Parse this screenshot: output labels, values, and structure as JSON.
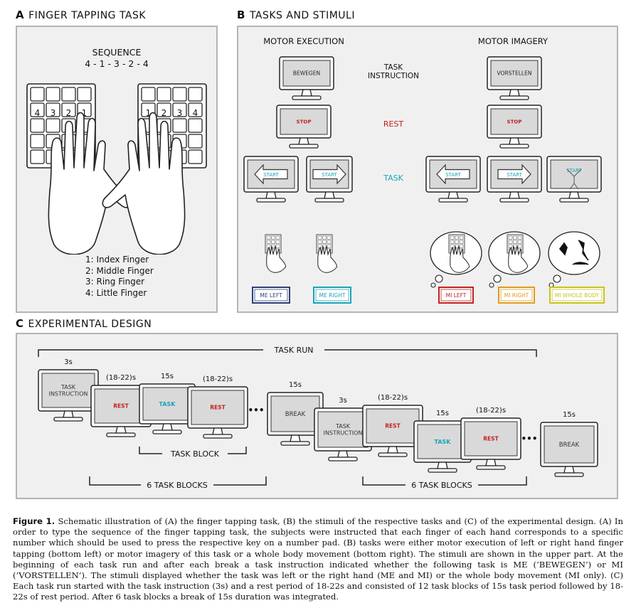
{
  "panelA": {
    "letter": "A",
    "title": "FINGER TAPPING TASK",
    "sequence_label": "SEQUENCE",
    "sequence": "4 - 1 - 3 - 2 - 4",
    "left_keys": [
      "4",
      "3",
      "2",
      "1"
    ],
    "right_keys": [
      "1",
      "2",
      "3",
      "4"
    ],
    "legend": [
      "1: Index Finger",
      "2: Middle Finger",
      "3: Ring Finger",
      "4: Little Finger"
    ]
  },
  "panelB": {
    "letter": "B",
    "title": "TASKS AND STIMULI",
    "motor_execution": "MOTOR EXECUTION",
    "motor_imagery": "MOTOR IMAGERY",
    "task_instruction": "TASK\nINSTRUCTION",
    "rest": "REST",
    "task": "TASK",
    "bewegen": "BEWEGEN",
    "vorstellen": "VORSTELLEN",
    "stop": "STOP",
    "start": "START",
    "badges": [
      {
        "label": "ME LEFT",
        "color": "#2b3f7a"
      },
      {
        "label": "ME RIGHT",
        "color": "#1aa3b8"
      },
      {
        "label": "MI LEFT",
        "color": "#c22020"
      },
      {
        "label": "MI RIGHT",
        "color": "#e29a1c"
      },
      {
        "label": "MI WHOLE BODY",
        "color": "#c9c21e"
      }
    ]
  },
  "panelC": {
    "letter": "C",
    "title": "EXPERIMENTAL DESIGN",
    "task_run": "TASK RUN",
    "task_block": "TASK BLOCK",
    "six_task_blocks": "6 TASK BLOCKS",
    "dots": "•••",
    "monitors": [
      {
        "duration": "3s",
        "label": "TASK\nINSTRUCTION",
        "kind": "instr"
      },
      {
        "duration": "(18-22)s",
        "label": "REST",
        "kind": "rest"
      },
      {
        "duration": "15s",
        "label": "TASK",
        "kind": "task"
      },
      {
        "duration": "(18-22)s",
        "label": "REST",
        "kind": "rest"
      },
      {
        "duration": "15s",
        "label": "BREAK",
        "kind": "break"
      },
      {
        "duration": "3s",
        "label": "TASK\nINSTRUCTION",
        "kind": "instr"
      },
      {
        "duration": "(18-22)s",
        "label": "REST",
        "kind": "rest"
      },
      {
        "duration": "15s",
        "label": "TASK",
        "kind": "task"
      },
      {
        "duration": "(18-22)s",
        "label": "REST",
        "kind": "rest"
      },
      {
        "duration": "15s",
        "label": "BREAK",
        "kind": "break"
      }
    ]
  },
  "colors": {
    "rest": "#c22020",
    "task": "#1aa3b8",
    "frame": "#b4b4b4"
  },
  "caption": {
    "label": "Figure 1.",
    "text": " Schematic illustration of (A) the finger tapping task, (B) the stimuli of the respective tasks and (C) of the experimental design. (A) In order to type the sequence of the finger tapping task, the subjects were instructed that each finger of each hand corresponds to a specific number which should be used to press the respective key on a number pad. (B) tasks were either motor execution of left or right hand finger tapping (bottom left) or motor imagery of this task or a whole body movement (bottom right). The stimuli are shown in the upper part. At the beginning of each task run and after each break a task instruction indicated whether the following task is ME (’BEWEGEN’) or MI (’VORSTELLEN’). The stimuli displayed whether the task was left or the right hand (ME and MI) or the whole body movement (MI only). (C) Each task run started with the task instruction (3s) and a rest period of 18-22s and consisted of 12 task blocks of 15s task period followed by 18-22s of rest period. After 6 task blocks a break of 15s duration was integrated."
  }
}
